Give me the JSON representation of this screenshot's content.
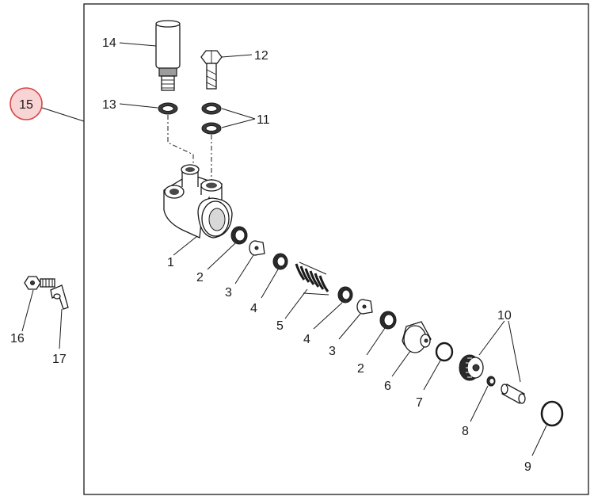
{
  "callouts": {
    "c1": "1",
    "c2a": "2",
    "c2b": "2",
    "c3a": "3",
    "c3b": "3",
    "c4a": "4",
    "c4b": "4",
    "c5": "5",
    "c6": "6",
    "c7": "7",
    "c8": "8",
    "c9": "9",
    "c10": "10",
    "c11": "11",
    "c12": "12",
    "c13": "13",
    "c14": "14",
    "c15": "15",
    "c16": "16",
    "c17": "17"
  },
  "colors": {
    "highlight_fill": "#f9d4d4",
    "highlight_stroke": "#d64545",
    "frame": "#1a1a1a"
  },
  "icons": {
    "assembly_callout": "red-circle-callout"
  }
}
